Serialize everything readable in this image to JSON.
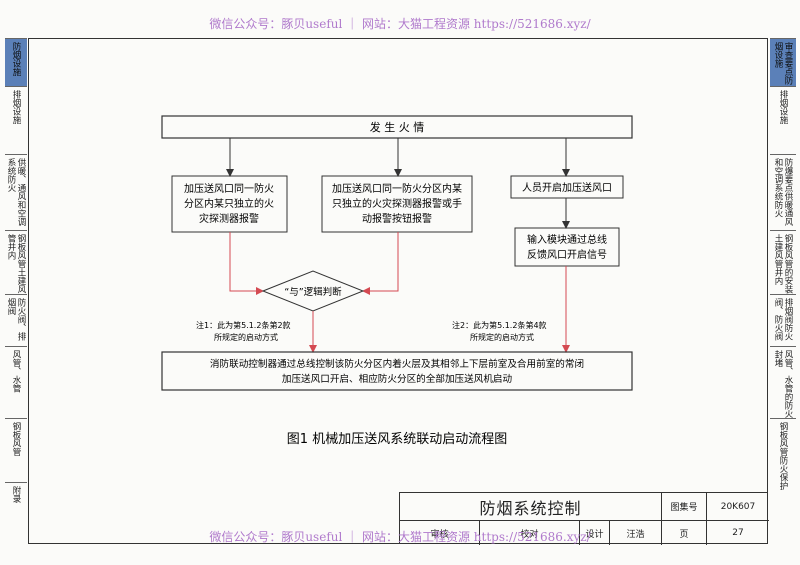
{
  "watermark": {
    "top": "微信公众号：豚贝useful ｜ 网站：大猫工程资源 https://521686.xyz/",
    "bottom": "微信公众号：豚贝useful ｜ 网站：大猫工程资源 https://521686.xyz/"
  },
  "left_tabs": [
    {
      "label": "防烟设施",
      "active": true
    },
    {
      "label": "排烟设施",
      "active": false
    },
    {
      "label": "供暖、通风和空调系统防火",
      "active": false
    },
    {
      "label": "钢板风管土建风管井内",
      "active": false
    },
    {
      "label": "防火阀、排烟阀",
      "active": false
    },
    {
      "label": "风管、水管",
      "active": false
    },
    {
      "label": "钢板风管",
      "active": false
    },
    {
      "label": "附录",
      "active": false
    }
  ],
  "right_tabs": [
    {
      "label": "审查要点防烟设施",
      "active": true
    },
    {
      "label": "排烟设施",
      "active": false
    },
    {
      "label": "防爆要点供暖通风和空调系统防火",
      "active": false
    },
    {
      "label": "钢板风管的安装土建风管井内",
      "active": false
    },
    {
      "label": "排烟阀防火阀、防火阀",
      "active": false
    },
    {
      "label": "风管、水管的防火封堵",
      "active": false
    },
    {
      "label": "钢板风管防火保护",
      "active": false
    }
  ],
  "flow": {
    "start": "发 生 火 情",
    "box_a": [
      "加压送风口同一防火",
      "分区内某只独立的火",
      "灾探测器报警"
    ],
    "box_b": [
      "加压送风口同一防火分区内某",
      "只独立的火灾探测器报警或手",
      "动报警按钮报警"
    ],
    "box_c": "人员开启加压送风口",
    "box_d": [
      "输入模块通过总线",
      "反馈风口开启信号"
    ],
    "diamond": "“与”逻辑判断",
    "note1": [
      "注1：此为第5.1.2条第2款",
      "所规定的启动方式"
    ],
    "note2": [
      "注2：此为第5.1.2条第4款",
      "所规定的启动方式"
    ],
    "final": [
      "消防联动控制器通过总线控制该防火分区内着火层及其相邻上下层前室及合用前室的常闭",
      "加压送风口开启、相应防火分区的全部加压送风机启动"
    ]
  },
  "figure_caption": "图1  机械加压送风系统联动启动流程图",
  "title_block": {
    "title": "防烟系统控制",
    "set_label": "图集号",
    "set_number": "20K607",
    "page_label": "页",
    "page_number": "27",
    "row2_a": "审核",
    "row2_b": "校对",
    "row2_c": "设计",
    "designer": "汪浩"
  },
  "colors": {
    "accent_tab": "#5b80b8",
    "arrow_red": "#d44a52",
    "line": "#333333"
  }
}
